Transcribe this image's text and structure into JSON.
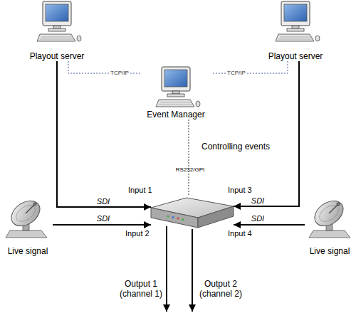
{
  "diagram": {
    "nodes": [
      {
        "text": [
          "Playout server"
        ]
      },
      {
        "text": [
          "Playout server"
        ]
      },
      {
        "text": [
          "Event Manager"
        ]
      },
      {
        "text": [
          "Live signal"
        ]
      },
      {
        "text": [
          "Input 1",
          "Input 2",
          "Input 3",
          "Input 4"
        ]
      },
      {
        "text": [
          "Live signal"
        ]
      }
    ],
    "edges": [
      {
        "from": 0,
        "to": 2,
        "label": "TCP/IP",
        "arrow": "none"
      },
      {
        "from": 1,
        "to": 2,
        "label": "TCP/IP",
        "arrow": "none"
      },
      {
        "from": 2,
        "to": 4,
        "label": "Controlling events",
        "arrow": "none"
      },
      {
        "from": 0,
        "to": 4,
        "label": "SDI",
        "arrow": "to"
      },
      {
        "from": 3,
        "to": 4,
        "label": "SDI",
        "arrow": "to"
      },
      {
        "from": 1,
        "to": 4,
        "label": "SDI",
        "arrow": "to"
      },
      {
        "from": 5,
        "to": 4,
        "label": "SDI",
        "arrow": "to"
      }
    ],
    "labels": [
      "RS232/GPI",
      "Output 1 (channel 1)",
      "Output 2 (channel 2)"
    ]
  }
}
